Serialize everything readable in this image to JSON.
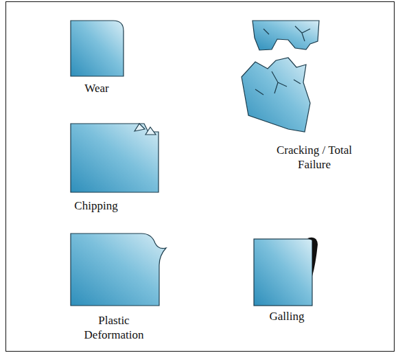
{
  "diagram": {
    "labels": [
      "Wear",
      "Cracking / Total Failure",
      "Chipping",
      "Plastic Deformation",
      "Galling"
    ]
  }
}
